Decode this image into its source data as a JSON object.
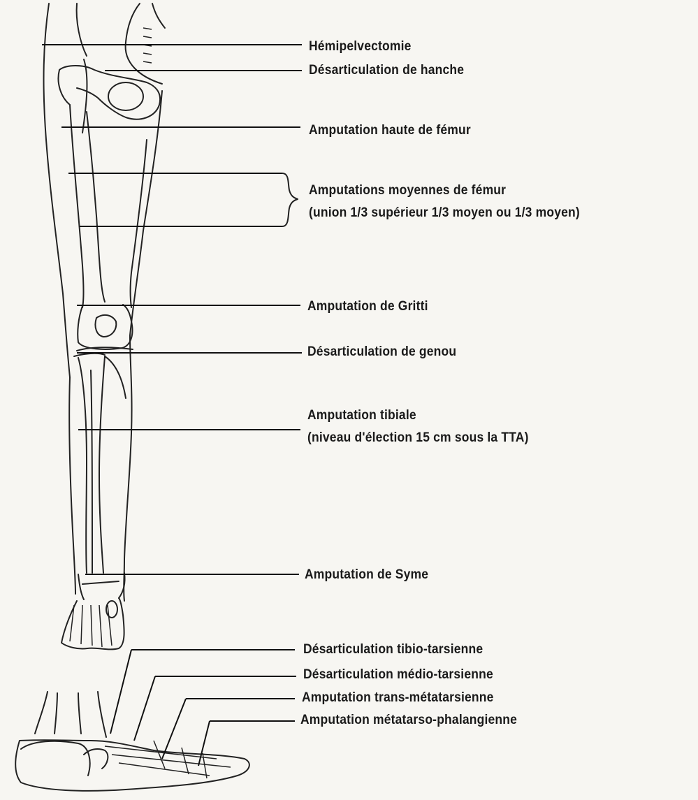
{
  "labels": {
    "hemipelvectomie": "Hémipelvectomie",
    "desart_hanche": "Désarticulation de hanche",
    "amp_haute_femur": "Amputation haute de fémur",
    "amp_moy_femur_1": "Amputations moyennes de fémur",
    "amp_moy_femur_2": "(union 1/3 supérieur 1/3 moyen ou 1/3 moyen)",
    "amp_gritti": "Amputation de Gritti",
    "desart_genou": "Désarticulation de genou",
    "amp_tibiale_1": "Amputation tibiale",
    "amp_tibiale_2": "(niveau d'élection 15 cm sous la TTA)",
    "amp_syme": "Amputation de Syme",
    "desart_tibio_tars": "Désarticulation tibio-tarsienne",
    "desart_medio_tars": "Désarticulation médio-tarsienne",
    "amp_trans_meta": "Amputation trans-métatarsienne",
    "amp_meta_phal": "Amputation métatarso-phalangienne"
  }
}
